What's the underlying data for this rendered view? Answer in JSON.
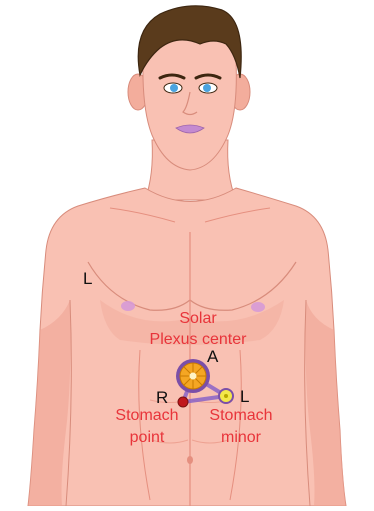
{
  "labels": {
    "left_side_torso": "L",
    "solar_plexus_line1": "Solar",
    "solar_plexus_line2": "Plexus center",
    "point_a": "A",
    "point_r": "R",
    "point_l": "L",
    "stomach_point_line1": "Stomach",
    "stomach_point_line2": "point",
    "stomach_minor_line1": "Stomach",
    "stomach_minor_line2": "minor"
  },
  "colors": {
    "background": "#ffffff",
    "skin": "#f9c1b3",
    "skin_shade": "#eea292",
    "skin_dark": "#e58f7f",
    "hair": "#5a3b1c",
    "hair_dark": "#3d2610",
    "eyes": "#4aa3df",
    "lips": "#c48ad0",
    "nipples": "#d69ad6",
    "label_red": "#e8343a",
    "label_black": "#111111",
    "chakra_orange": "#f5a623",
    "chakra_purple": "#7b4fa8",
    "link_purple": "#8a63c7",
    "minor_yellow": "#f3e84a",
    "stomach_red": "#c0171d"
  }
}
